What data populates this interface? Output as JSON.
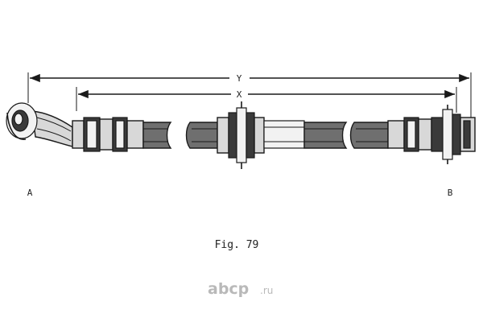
{
  "labels": {
    "end_a": "A",
    "end_b": "B",
    "dim_outer": "Y",
    "dim_inner": "X",
    "caption": "Fig. 79"
  },
  "watermark": {
    "text": "abcp",
    "tld": ".ru"
  }
}
